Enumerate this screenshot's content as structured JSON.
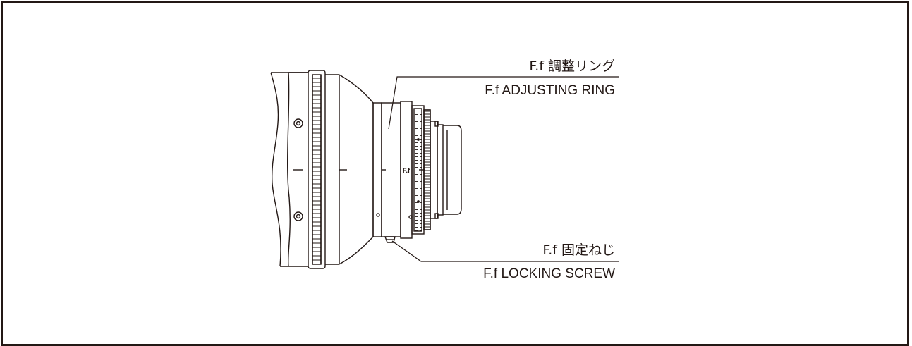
{
  "labels": {
    "adjusting_ring_jp": "F.f 調整リング",
    "adjusting_ring_en": "F.f ADJUSTING RING",
    "locking_screw_jp": "F.f 固定ねじ",
    "locking_screw_en": "F.f LOCKING SCREW",
    "ring_mark": "F.f"
  },
  "colors": {
    "ink": "#231815",
    "background": "#ffffff"
  }
}
